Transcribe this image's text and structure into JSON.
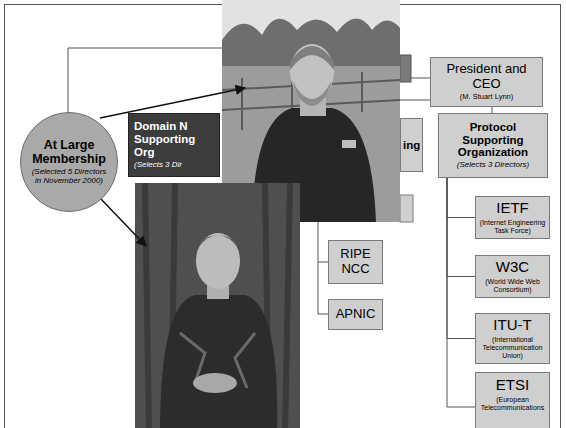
{
  "diagram": {
    "nodes": [
      {
        "text": [
          "At Large Membership",
          "(Selected 5 Directors in November 2000)"
        ]
      },
      {
        "text": [
          "Domain N Supporting Org",
          "(Selects 3 Dir"
        ]
      },
      {
        "text": [
          "President and CEO",
          "(M. Stuart Lynn)"
        ]
      },
      {
        "text": [
          "ing"
        ]
      },
      {
        "text": [
          "Protocol Supporting Organization",
          "(Selects 3 Directors)"
        ]
      },
      {
        "text": [
          "RIPE NCC"
        ]
      },
      {
        "text": [
          "APNIC"
        ]
      },
      {
        "text": [
          "IETF",
          "(Internet Engineering Task Force)"
        ]
      },
      {
        "text": [
          "W3C",
          "(World Wide Web Consortium)"
        ]
      },
      {
        "text": [
          "ITU-T",
          "(International Telecommunication Union)"
        ]
      },
      {
        "text": [
          "ETSI",
          "(European Telecommunications"
        ]
      }
    ],
    "edges": [
      {
        "from": 4,
        "to": 7,
        "arrow": "none"
      },
      {
        "from": 4,
        "to": 8,
        "arrow": "none"
      },
      {
        "from": 4,
        "to": 9,
        "arrow": "none"
      },
      {
        "from": 4,
        "to": 10,
        "arrow": "none"
      }
    ]
  }
}
